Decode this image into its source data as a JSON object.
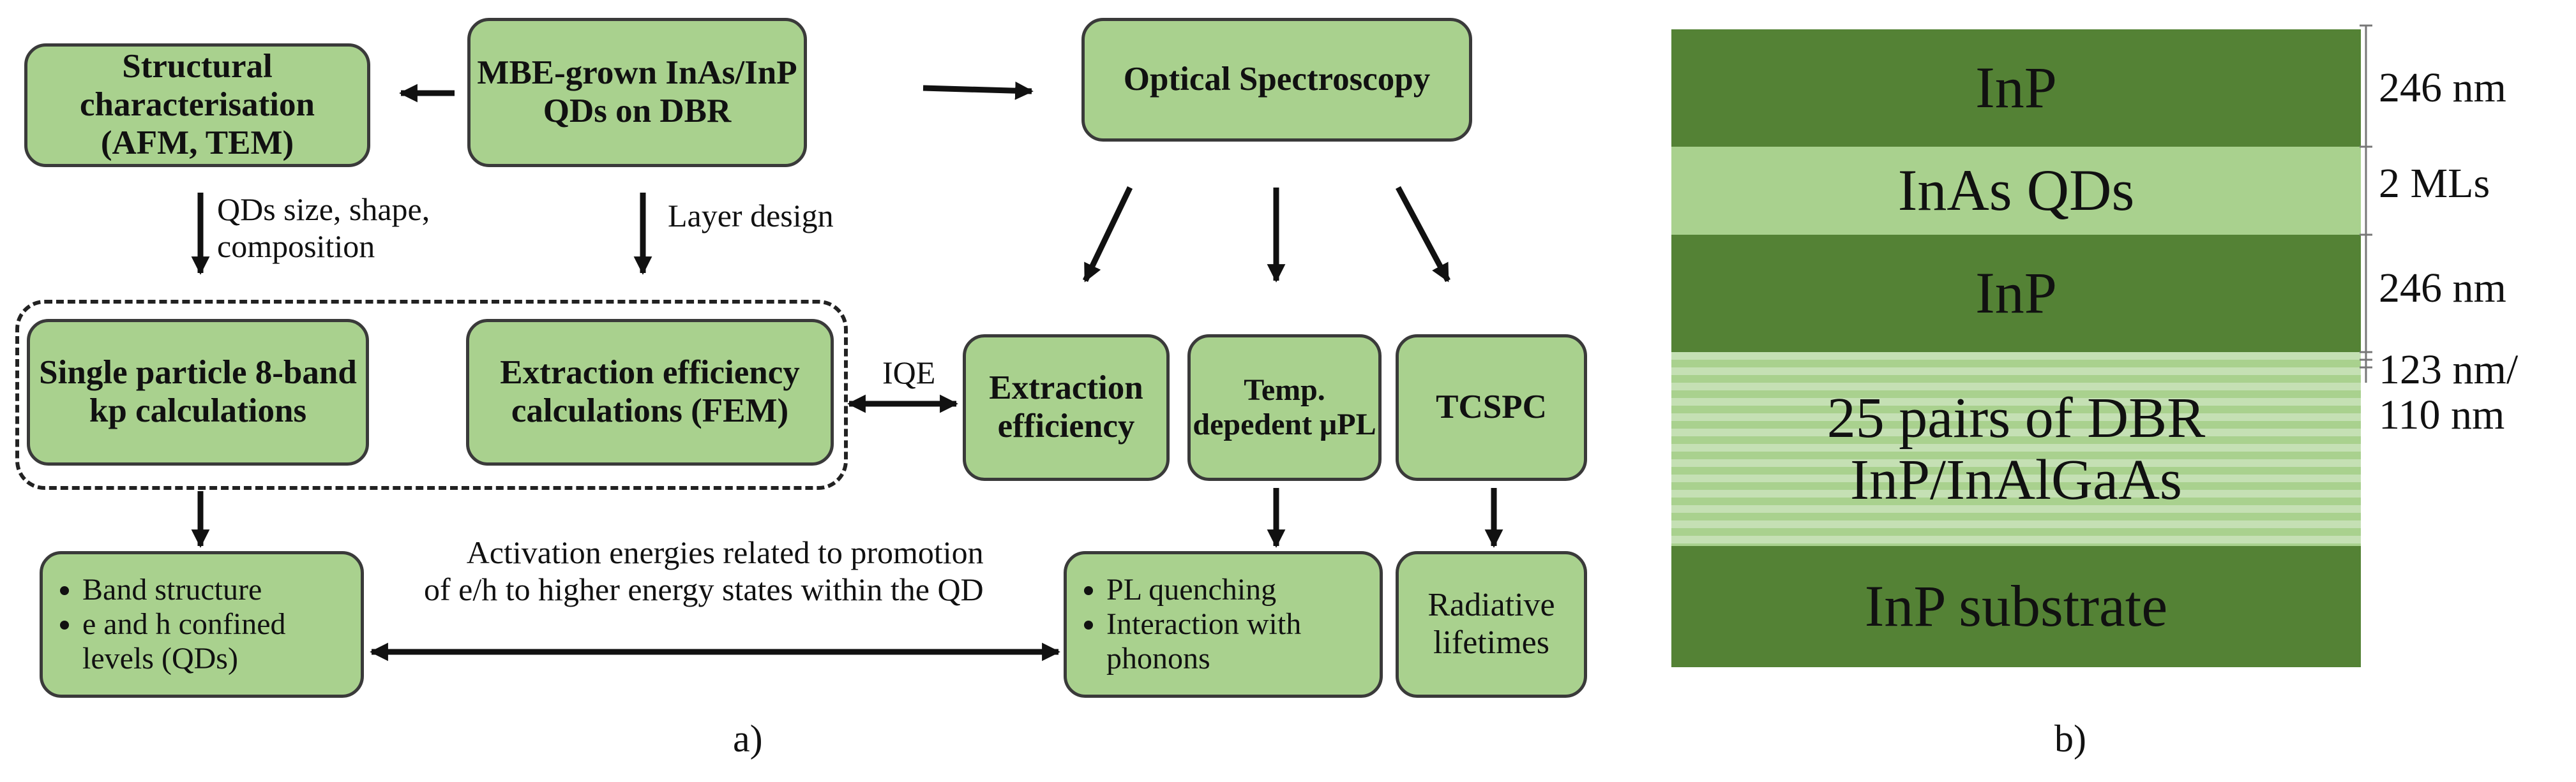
{
  "panel_a": {
    "caption": "a)",
    "boxes": {
      "structural": "Structural characterisation (AFM, TEM)",
      "mbe": "MBE-grown InAs/InP QDs on DBR",
      "optical": "Optical Spectroscopy",
      "single_particle": "Single particle 8-band kp calculations",
      "extraction_calc": "Extraction efficiency calculations (FEM)",
      "extraction_eff": "Extraction efficiency",
      "temp_pl": "Temp. depedent μPL",
      "tcspc": "TCSPC",
      "radiative": "Radiative lifetimes"
    },
    "band_list": [
      "Band structure",
      "e and h confined levels (QDs)"
    ],
    "pl_list": [
      "PL quenching",
      "Interaction with phonons"
    ],
    "labels": {
      "qds_size_1": "QDs size, shape,",
      "qds_size_2": "composition",
      "layer_design": "Layer design",
      "iqe": "IQE",
      "activation_1": "Activation energies related to promotion",
      "activation_2": "of e/h to higher energy states within the QD"
    }
  },
  "panel_b": {
    "caption": "b)",
    "layers": [
      {
        "name": "InP",
        "thickness": "246 nm",
        "color": "#548235"
      },
      {
        "name": "InAs QDs",
        "thickness": "2 MLs",
        "color": "#a9d18e"
      },
      {
        "name": "InP",
        "thickness": "246 nm",
        "color": "#548235"
      },
      {
        "name_line1": "25 pairs of DBR",
        "name_line2": "InP/InAlGaAs",
        "thickness_line1": "123 nm/",
        "thickness_line2": "110 nm",
        "color": "#c5e0b4"
      },
      {
        "name": "InP substrate",
        "thickness": "",
        "color": "#548235"
      }
    ]
  }
}
